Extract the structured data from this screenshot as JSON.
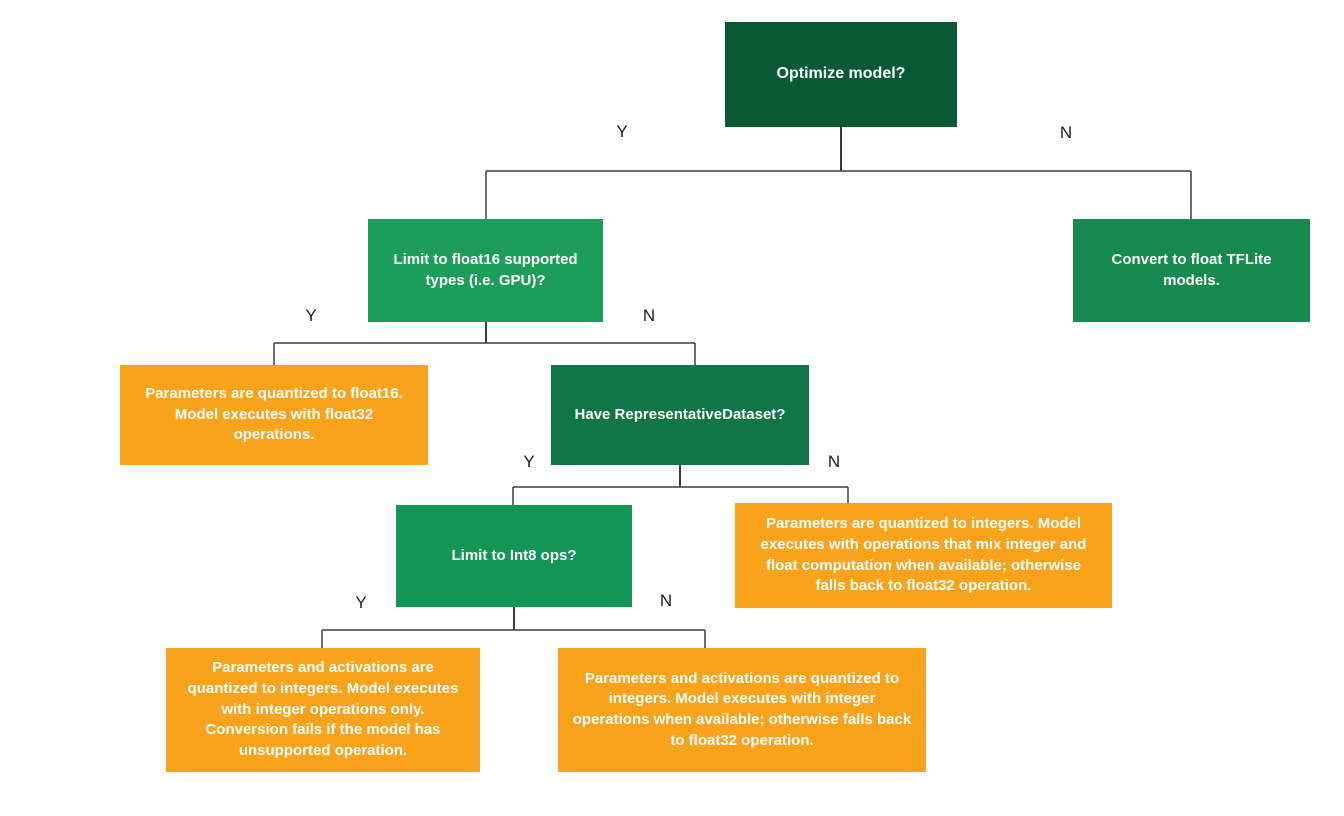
{
  "colors": {
    "background": "#ffffff",
    "connector_line": "#3c3c3c",
    "box_text": "#ffffff",
    "edge_label_text": "#202124",
    "dark_green": "#0a5a35",
    "green": "#178a4f",
    "light_green": "#1c9e5a",
    "mid_green": "#107547",
    "int8_green": "#129555",
    "orange": "#f9a21b"
  },
  "nodes": {
    "optimize": {
      "label": "Optimize model?"
    },
    "limit_float16": {
      "label": "Limit to float16 supported types (i.e. GPU)?"
    },
    "convert_float": {
      "label": "Convert to float TFLite models."
    },
    "float16_result": {
      "label": "Parameters are quantized to float16. Model executes with float32 operations."
    },
    "have_dataset": {
      "label": "Have RepresentativeDataset?"
    },
    "limit_int8": {
      "label": "Limit to Int8 ops?"
    },
    "mixed_result": {
      "label": "Parameters are quantized to integers. Model executes with operations that mix integer and float computation when available; otherwise falls back to float32 operation."
    },
    "int_only_result": {
      "label": "Parameters and activations are quantized to integers. Model executes with integer operations only. Conversion fails if the model has unsupported operation."
    },
    "int_fallback_result": {
      "label": "Parameters and activations are quantized to integers. Model executes with integer operations when available; otherwise falls back to float32 operation."
    }
  },
  "edge_labels": {
    "optimize_yes": "Y",
    "optimize_no": "N",
    "limit_float16_yes": "Y",
    "limit_float16_no": "N",
    "have_dataset_yes": "Y",
    "have_dataset_no": "N",
    "limit_int8_yes": "Y",
    "limit_int8_no": "N"
  }
}
